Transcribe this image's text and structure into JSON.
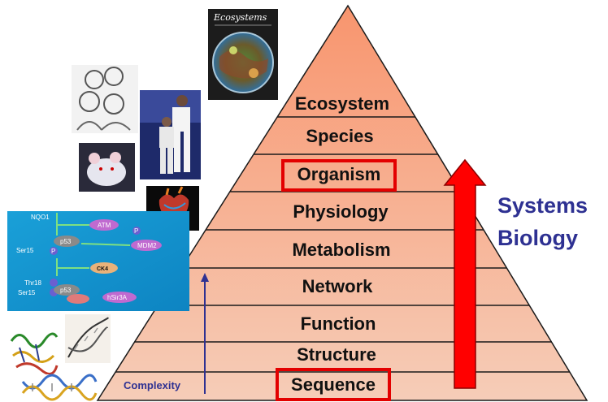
{
  "pyramid": {
    "levels": [
      "Ecosystem",
      "Species",
      "Organism",
      "Physiology",
      "Metabolism",
      "Network",
      "Function",
      "Structure",
      "Sequence"
    ],
    "highlighted": [
      "Organism",
      "Sequence"
    ],
    "colors": {
      "top": "#f7a07e",
      "bottom": "#f6c8b2",
      "divider": "#1a1a1a",
      "highlight": "#e30000"
    }
  },
  "labels": {
    "systems_biology": [
      "Systems",
      "Biology"
    ],
    "complexity": "Complexity"
  },
  "arrows": {
    "big_arrow_color": "#ff0000",
    "small_arrow_color": "#2e3192"
  },
  "images": {
    "book_title": "Ecosystems",
    "pathway_labels": {
      "nqo1": "NQO1",
      "atm": "ATM",
      "p53_top": "p53",
      "ser15_top": "Ser15",
      "p_top": "P",
      "mdm2": "MDM2",
      "ck4": "CK4",
      "thr18": "Thr18",
      "ser15_bottom": "Ser15",
      "p53_bottom": "p53",
      "hsir3a": "hSir3A",
      "p_mid": "P"
    }
  }
}
